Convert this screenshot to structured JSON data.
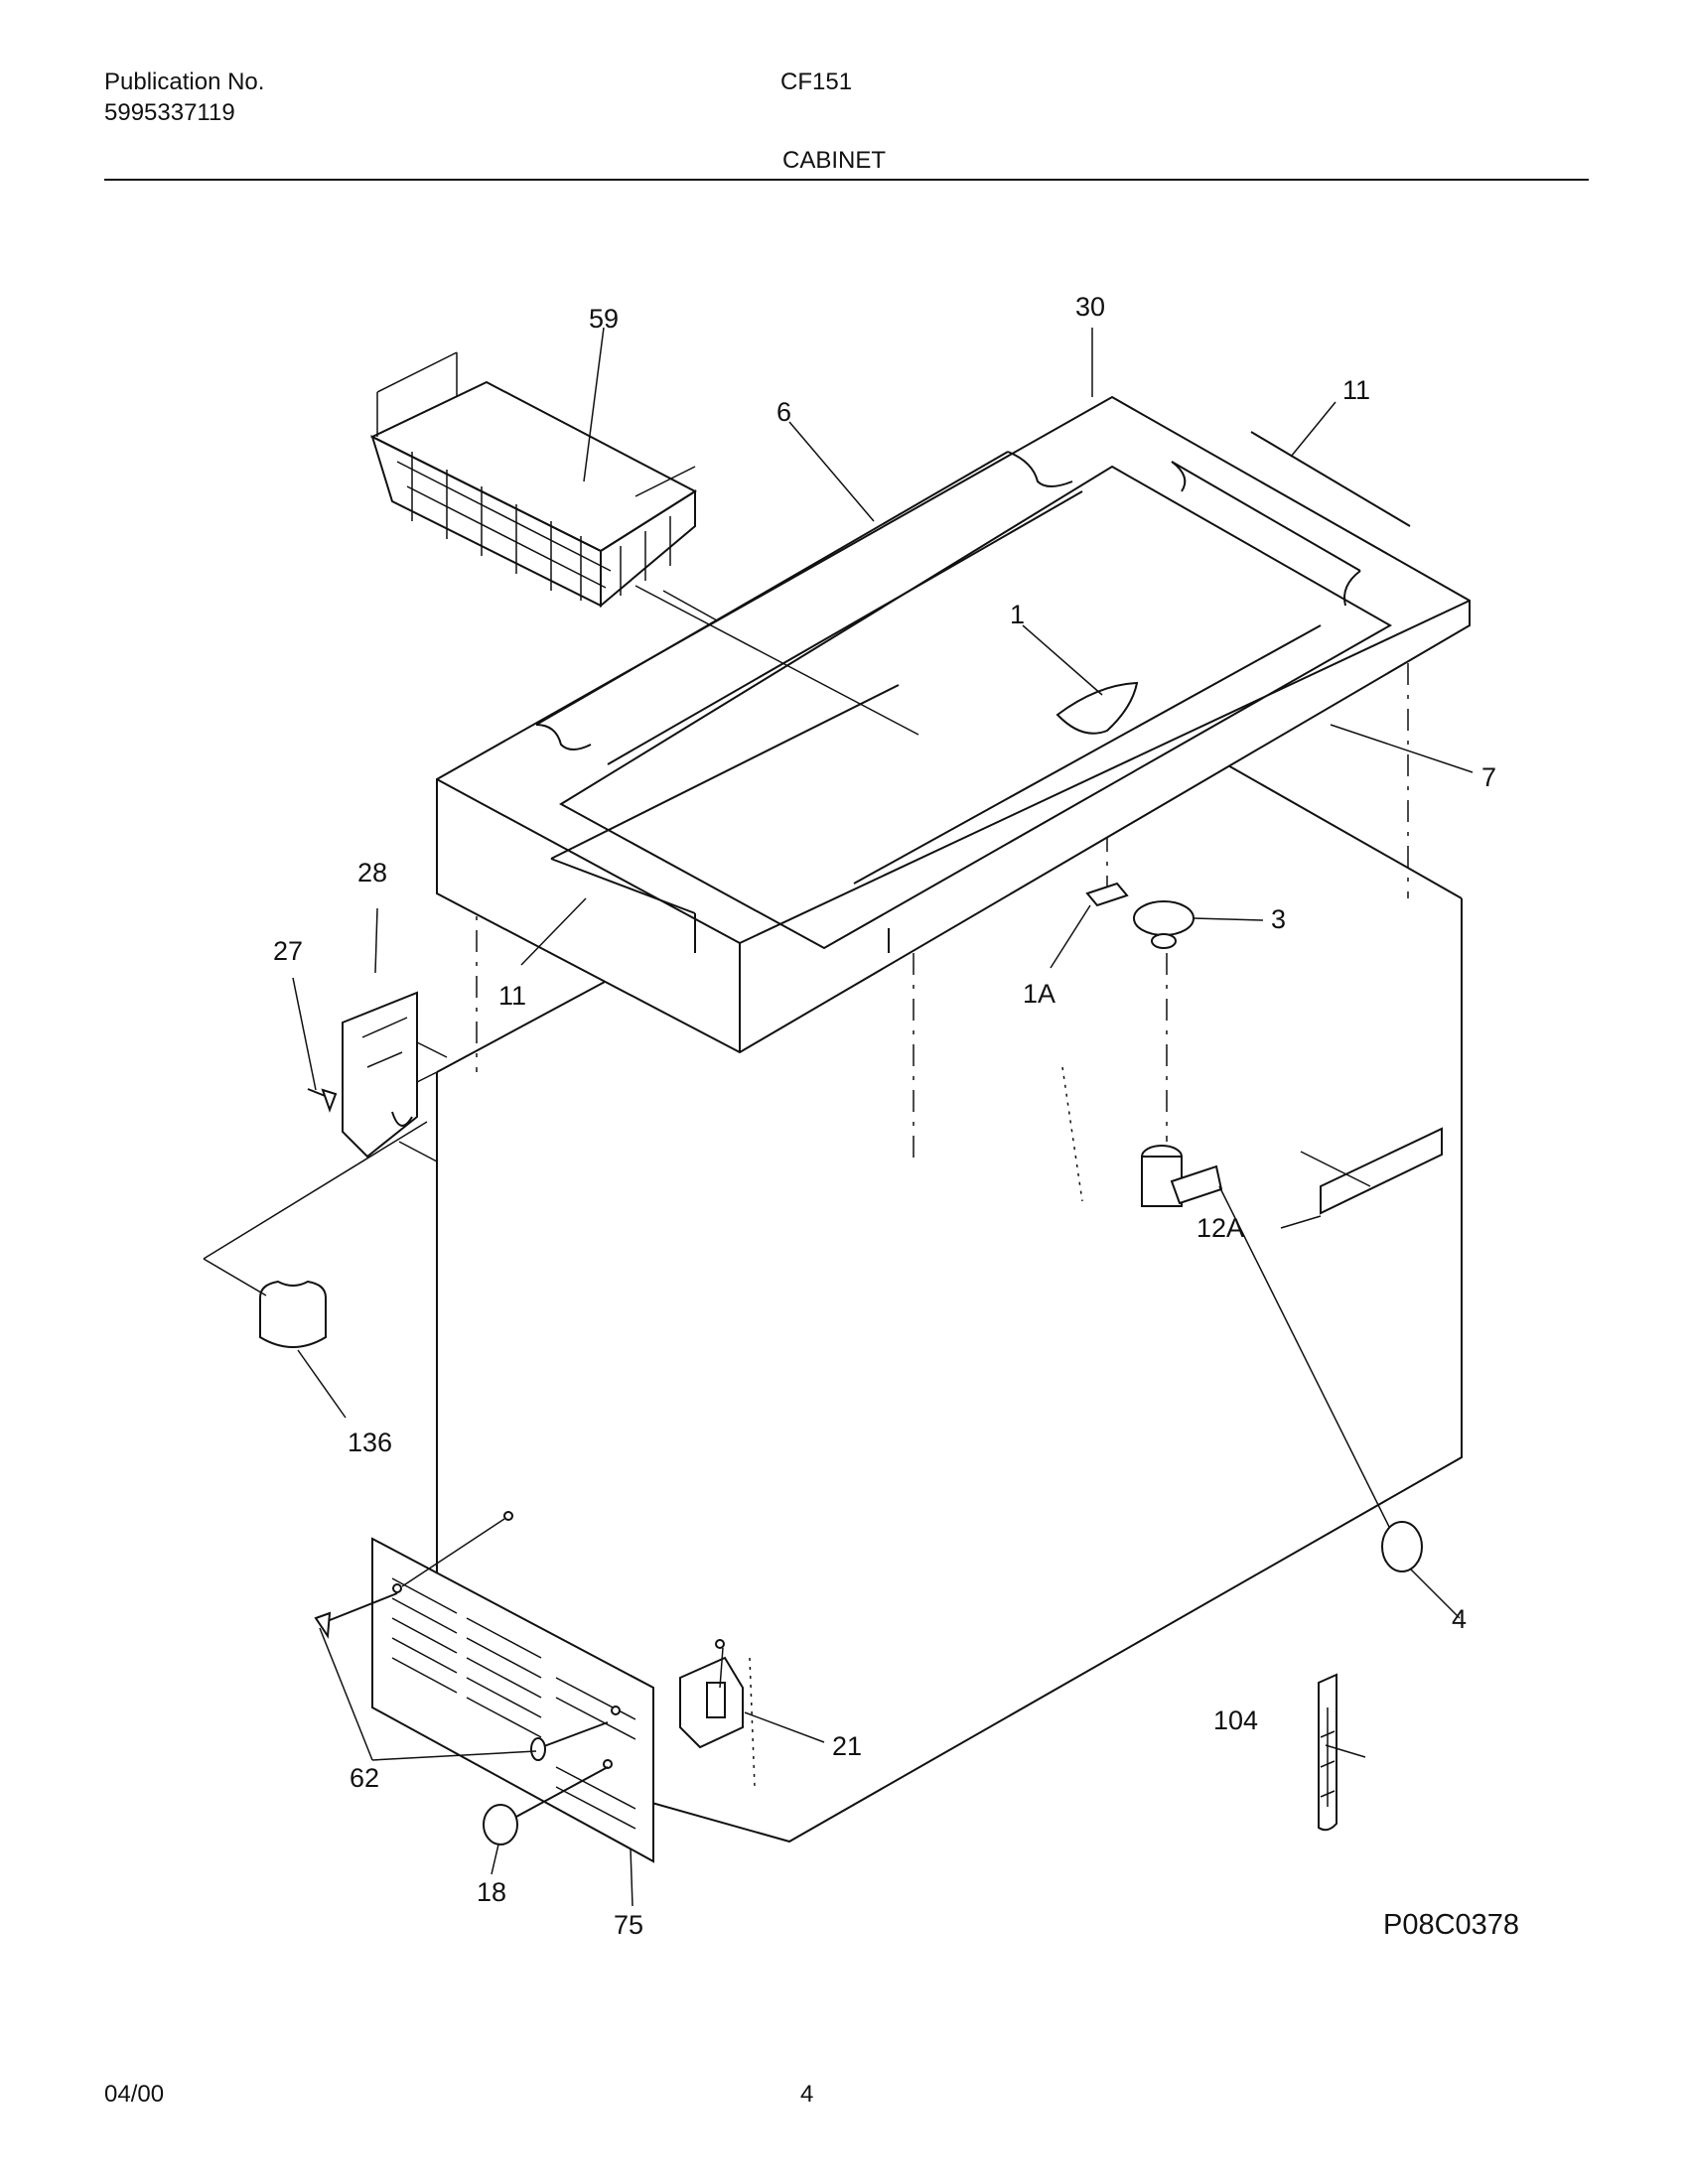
{
  "header": {
    "publication_label": "Publication No.",
    "publication_number": "5995337119",
    "model": "CF151",
    "section": "CABINET"
  },
  "diagram": {
    "drawing_code": "P08C0378",
    "callouts": {
      "c59": "59",
      "c30": "30",
      "c11_top": "11",
      "c6": "6",
      "c1": "1",
      "c7": "7",
      "c28": "28",
      "c27": "27",
      "c11_left": "11",
      "c1A": "1A",
      "c3": "3",
      "c12A": "12A",
      "c136": "136",
      "c4": "4",
      "c104": "104",
      "c21": "21",
      "c62": "62",
      "c18": "18",
      "c75": "75"
    }
  },
  "footer": {
    "date": "04/00",
    "page_number": "4"
  }
}
